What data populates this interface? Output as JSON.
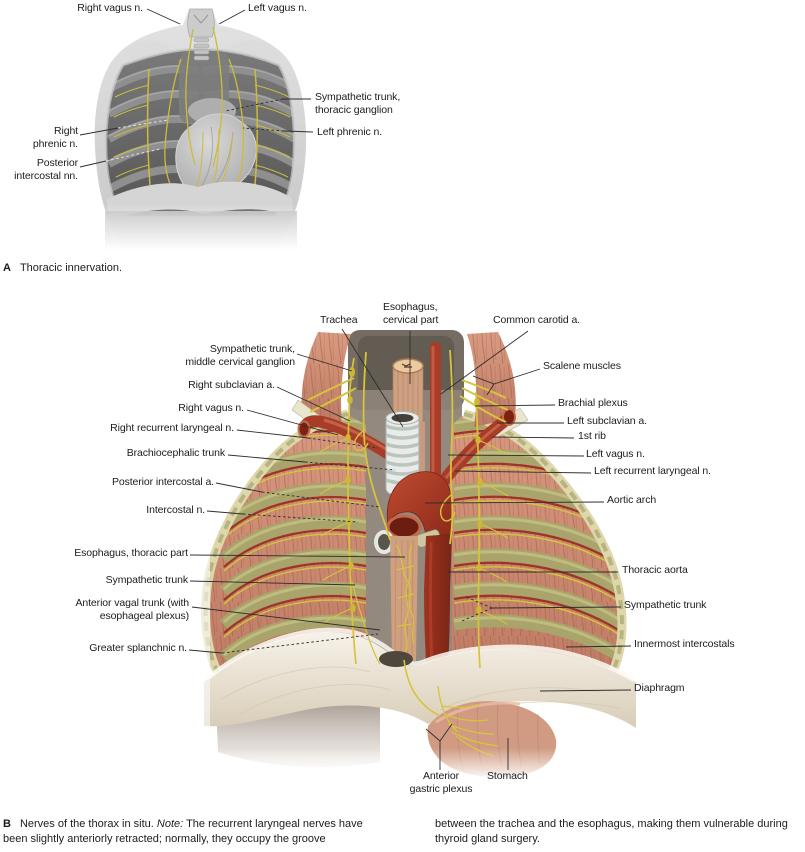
{
  "figure_a": {
    "caption_letter": "A",
    "caption_text": "Thoracic innervation.",
    "labels": {
      "right_vagus": "Right vagus n.",
      "left_vagus": "Left vagus n.",
      "sympathetic_trunk": "Sympathetic trunk,\nthoracic ganglion",
      "left_phrenic": "Left phrenic n.",
      "right_phrenic": "Right\nphrenic n.",
      "posterior_intercostal": "Posterior\nintercostal nn."
    }
  },
  "figure_b": {
    "caption_letter": "B",
    "caption_text_before_note": "Nerves of the thorax in situ.",
    "caption_note_word": "Note:",
    "caption_col1_rest": "The recurrent laryngeal nerves have been slightly anteriorly retracted; normally, they occupy the groove",
    "caption_col2": "between the trachea and the esophagus, making them vulnerable during thyroid gland surgery.",
    "labels": {
      "trachea": "Trachea",
      "esophagus_cervical": "Esophagus,\ncervical part",
      "common_carotid": "Common carotid a.",
      "scalene_muscles": "Scalene muscles",
      "brachial_plexus": "Brachial plexus",
      "left_subclavian": "Left subclavian a.",
      "first_rib": "1st rib",
      "left_vagus": "Left vagus n.",
      "left_recurrent": "Left recurrent laryngeal n.",
      "aortic_arch": "Aortic arch",
      "symp_mid_cervical": "Sympathetic trunk,\nmiddle cervical ganglion",
      "right_subclavian": "Right subclavian a.",
      "right_vagus": "Right vagus n.",
      "right_recurrent": "Right recurrent laryngeal n.",
      "brachiocephalic": "Brachiocephalic trunk",
      "posterior_intercostal_a": "Posterior intercostal a.",
      "intercostal_n": "Intercostal n.",
      "esophagus_thoracic": "Esophagus, thoracic part",
      "sympathetic_trunk_left": "Sympathetic trunk",
      "anterior_vagal": "Anterior vagal trunk (with\nesophageal plexus)",
      "greater_splanchnic": "Greater splanchnic n.",
      "thoracic_aorta": "Thoracic aorta",
      "sympathetic_trunk_right": "Sympathetic trunk",
      "innermost_intercostals": "Innermost intercostals",
      "diaphragm": "Diaphragm",
      "anterior_gastric": "Anterior\ngastric plexus",
      "stomach": "Stomach"
    }
  },
  "colors": {
    "nerve_yellow": "#d6c43c",
    "artery_red": "#a83c28",
    "muscle_salmon": "#cf9076",
    "rib_olive": "#a8a46c",
    "diaphragm_cream": "#efe8d8",
    "leader_line": "#2e2e2e"
  }
}
